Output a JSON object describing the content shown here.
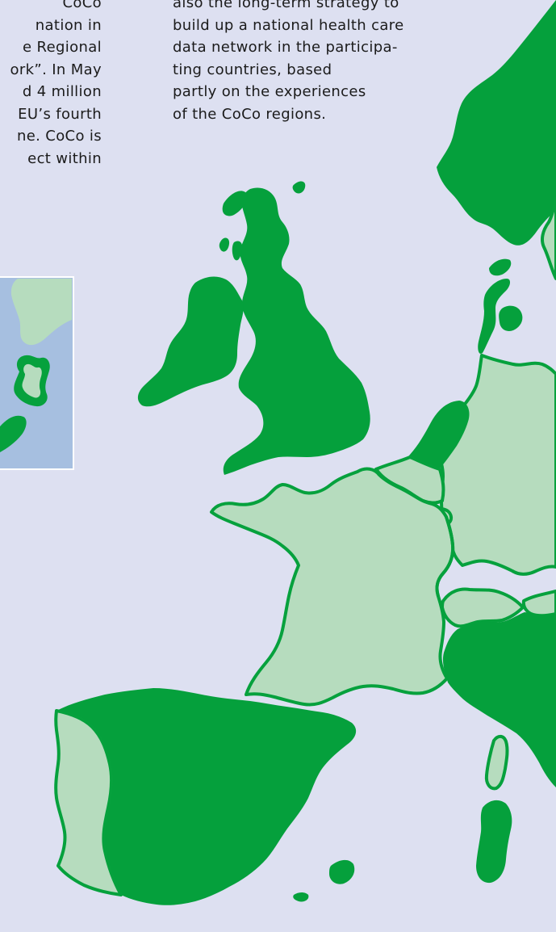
{
  "left_column": {
    "lines": [
      "CoCo",
      "nation in",
      "e Regional",
      "ork”. In May",
      "d 4 million",
      "EU’s fourth",
      "ne. CoCo is",
      "ect within"
    ]
  },
  "right_column": {
    "lines": [
      "also the long-term strategy to",
      "build up a national health care",
      "data network in the participa-",
      "ting countries, based",
      "partly on the experiences",
      "of the CoCo regions."
    ]
  },
  "colors": {
    "background": "#dde0f1",
    "coco_region_green": "#05a03c",
    "country_light_green": "#b6dcbe",
    "inset_water_blue": "#a6bfe0"
  }
}
